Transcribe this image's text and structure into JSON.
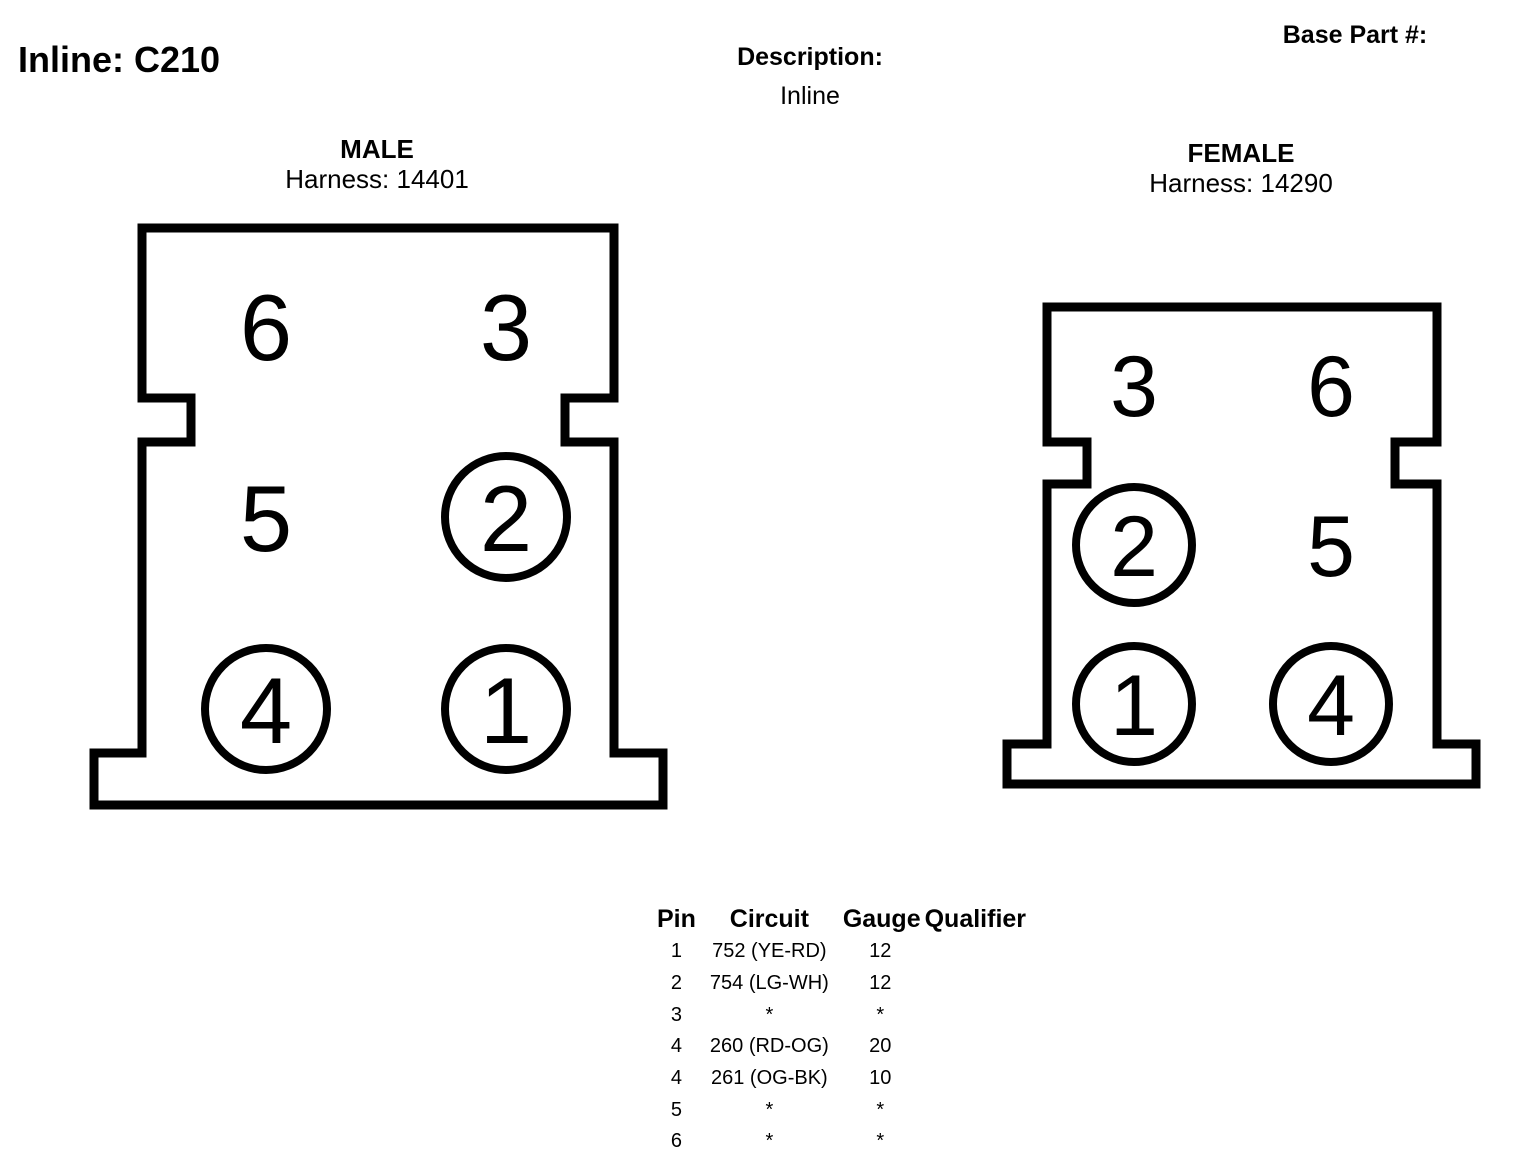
{
  "header": {
    "title": "Inline: C210",
    "description_label": "Description:",
    "description_value": "Inline",
    "base_part_label": "Base Part #:"
  },
  "male": {
    "title": "MALE",
    "harness": "Harness: 14401",
    "pins": [
      {
        "label": "6",
        "circled": false
      },
      {
        "label": "3",
        "circled": false
      },
      {
        "label": "5",
        "circled": false
      },
      {
        "label": "2",
        "circled": true
      },
      {
        "label": "4",
        "circled": true
      },
      {
        "label": "1",
        "circled": true
      }
    ]
  },
  "female": {
    "title": "FEMALE",
    "harness": "Harness: 14290",
    "pins": [
      {
        "label": "3",
        "circled": false
      },
      {
        "label": "6",
        "circled": false
      },
      {
        "label": "2",
        "circled": true
      },
      {
        "label": "5",
        "circled": false
      },
      {
        "label": "1",
        "circled": true
      },
      {
        "label": "4",
        "circled": true
      }
    ]
  },
  "table": {
    "headers": [
      "Pin",
      "Circuit",
      "Gauge",
      "Qualifier"
    ],
    "rows": [
      {
        "pin": "1",
        "circuit": "752 (YE-RD)",
        "gauge": "12",
        "qualifier": ""
      },
      {
        "pin": "2",
        "circuit": "754 (LG-WH)",
        "gauge": "12",
        "qualifier": ""
      },
      {
        "pin": "3",
        "circuit": "*",
        "gauge": "*",
        "qualifier": ""
      },
      {
        "pin": "4",
        "circuit": "260 (RD-OG)",
        "gauge": "20",
        "qualifier": ""
      },
      {
        "pin": "4",
        "circuit": "261 (OG-BK)",
        "gauge": "10",
        "qualifier": ""
      },
      {
        "pin": "5",
        "circuit": "*",
        "gauge": "*",
        "qualifier": ""
      },
      {
        "pin": "6",
        "circuit": "*",
        "gauge": "*",
        "qualifier": ""
      }
    ]
  }
}
